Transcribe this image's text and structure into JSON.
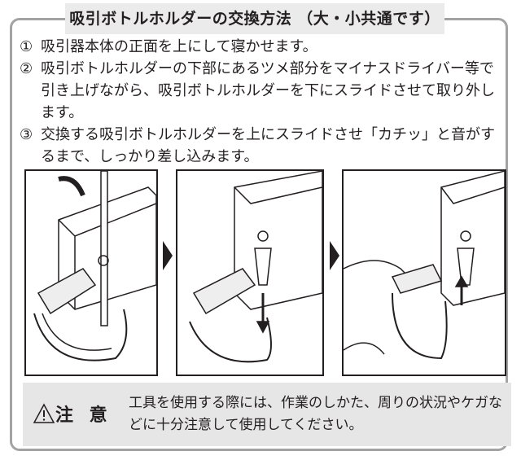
{
  "title": "吸引ボトルホルダーの交換方法 （大・小共通です）",
  "steps": [
    {
      "num": "①",
      "text": "吸引器本体の正面を上にして寝かせます。"
    },
    {
      "num": "②",
      "text": "吸引ボトルホルダーの下部にあるツメ部分をマイナスドライバー等で引き上げながら、吸引ボトルホルダーを下にスライドさせて取り外します。"
    },
    {
      "num": "③",
      "text": "交換する吸引ボトルホルダーを上にスライドさせ「カチッ」と音がするまで、しっかり差し込みます。"
    }
  ],
  "caution": {
    "label": "注 意",
    "text": "工具を使用する際には、作業のしかた、周りの状況やケガなどに十分注意して使用してください。"
  }
}
